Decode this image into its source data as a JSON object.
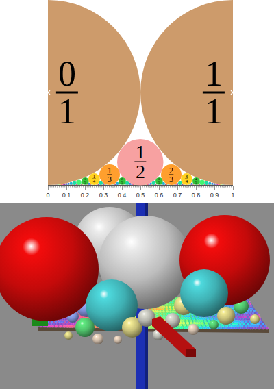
{
  "diagram": {
    "nodes": [
      {
        "text": [
          "0",
          "1"
        ]
      },
      {
        "text": [
          "1",
          "1"
        ]
      },
      {
        "text": [
          "1",
          "2"
        ]
      },
      {
        "text": [
          "1",
          "5"
        ]
      },
      {
        "text": [
          "1",
          "4"
        ]
      },
      {
        "text": [
          "1",
          "3"
        ]
      },
      {
        "text": [
          "2",
          "5"
        ]
      },
      {
        "text": [
          "3",
          "5"
        ]
      },
      {
        "text": [
          "2",
          "3"
        ]
      },
      {
        "text": [
          "3",
          "4"
        ]
      },
      {
        "text": [
          "4",
          "5"
        ]
      }
    ],
    "labels": [
      "0",
      "0.1",
      "0.2",
      "0.3",
      "0.4",
      "0.5",
      "0.6",
      "0.7",
      "0.8",
      "0.9",
      "1"
    ]
  }
}
